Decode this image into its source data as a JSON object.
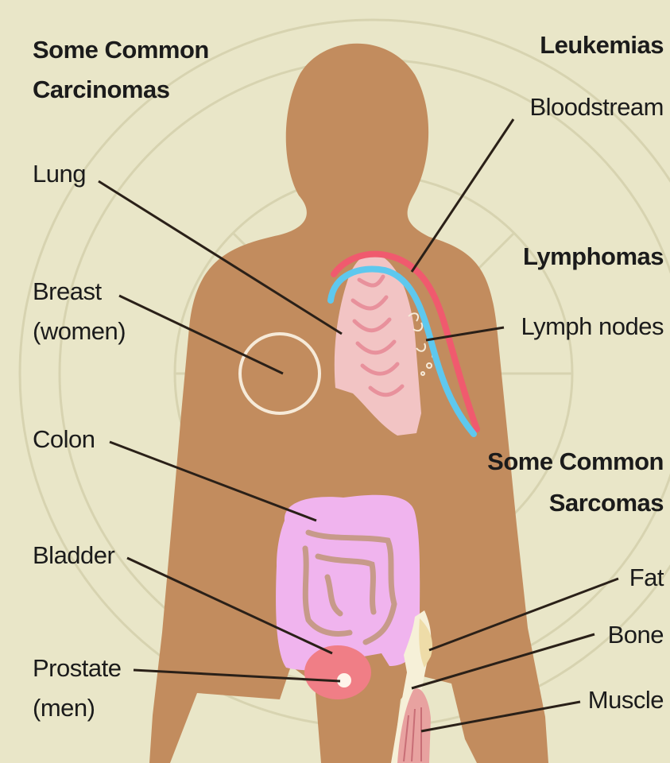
{
  "colors": {
    "background": "#e9e6c8",
    "body": "#c28c5e",
    "lung": "#f2c4c4",
    "colon": "#f0b4ee",
    "bloodstream": "#f05a6e",
    "lymph": "#5ec8ee",
    "bone": "#f6f0d8"
  },
  "carcinomas": {
    "heading": [
      "Some Common",
      "Carcinomas"
    ],
    "lung": "Lung",
    "breast": [
      "Breast",
      "(women)"
    ],
    "colon": "Colon",
    "bladder": "Bladder",
    "prostate": [
      "Prostate",
      "(men)"
    ]
  },
  "leukemias": {
    "heading": "Leukemias",
    "bloodstream": "Bloodstream"
  },
  "lymphomas": {
    "heading": "Lymphomas",
    "lymph_nodes": "Lymph nodes"
  },
  "sarcomas": {
    "heading": [
      "Some Common",
      "Sarcomas"
    ],
    "fat": "Fat",
    "bone": "Bone",
    "muscle": "Muscle"
  }
}
